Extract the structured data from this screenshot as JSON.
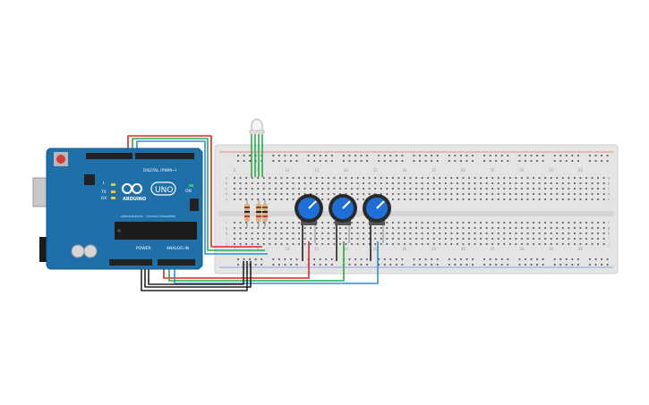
{
  "arduino": {
    "brand": "ARDUINO",
    "model": "UNO",
    "digital_label": "DIGITAL (PWM~)",
    "power_label": "POWER",
    "analog_label": "ANALOG IN",
    "on_label": "ON",
    "tx_label": "TX",
    "rx_label": "RX",
    "l_label": "L",
    "website": "www.arduino.cc - Genuino Compatible"
  },
  "breadboard": {
    "column_numbers": [
      "1",
      "5",
      "10",
      "15",
      "20",
      "25",
      "30",
      "35",
      "40",
      "45",
      "50",
      "55",
      "60"
    ],
    "row_letters_top": [
      "a",
      "b",
      "c",
      "d",
      "e"
    ],
    "row_letters_bottom": [
      "f",
      "g",
      "h",
      "i",
      "j"
    ]
  },
  "colors": {
    "board_blue": "#1f6fa8",
    "breadboard": "#e3e3e3",
    "wire_red": "#d62828",
    "wire_green": "#2aa84a",
    "wire_blue": "#2b8fd6",
    "wire_black": "#222222",
    "knob_blue": "#1e6fd8"
  },
  "components": {
    "rgb_led": "rgb-led",
    "resistors": 3,
    "potentiometers": 3
  }
}
